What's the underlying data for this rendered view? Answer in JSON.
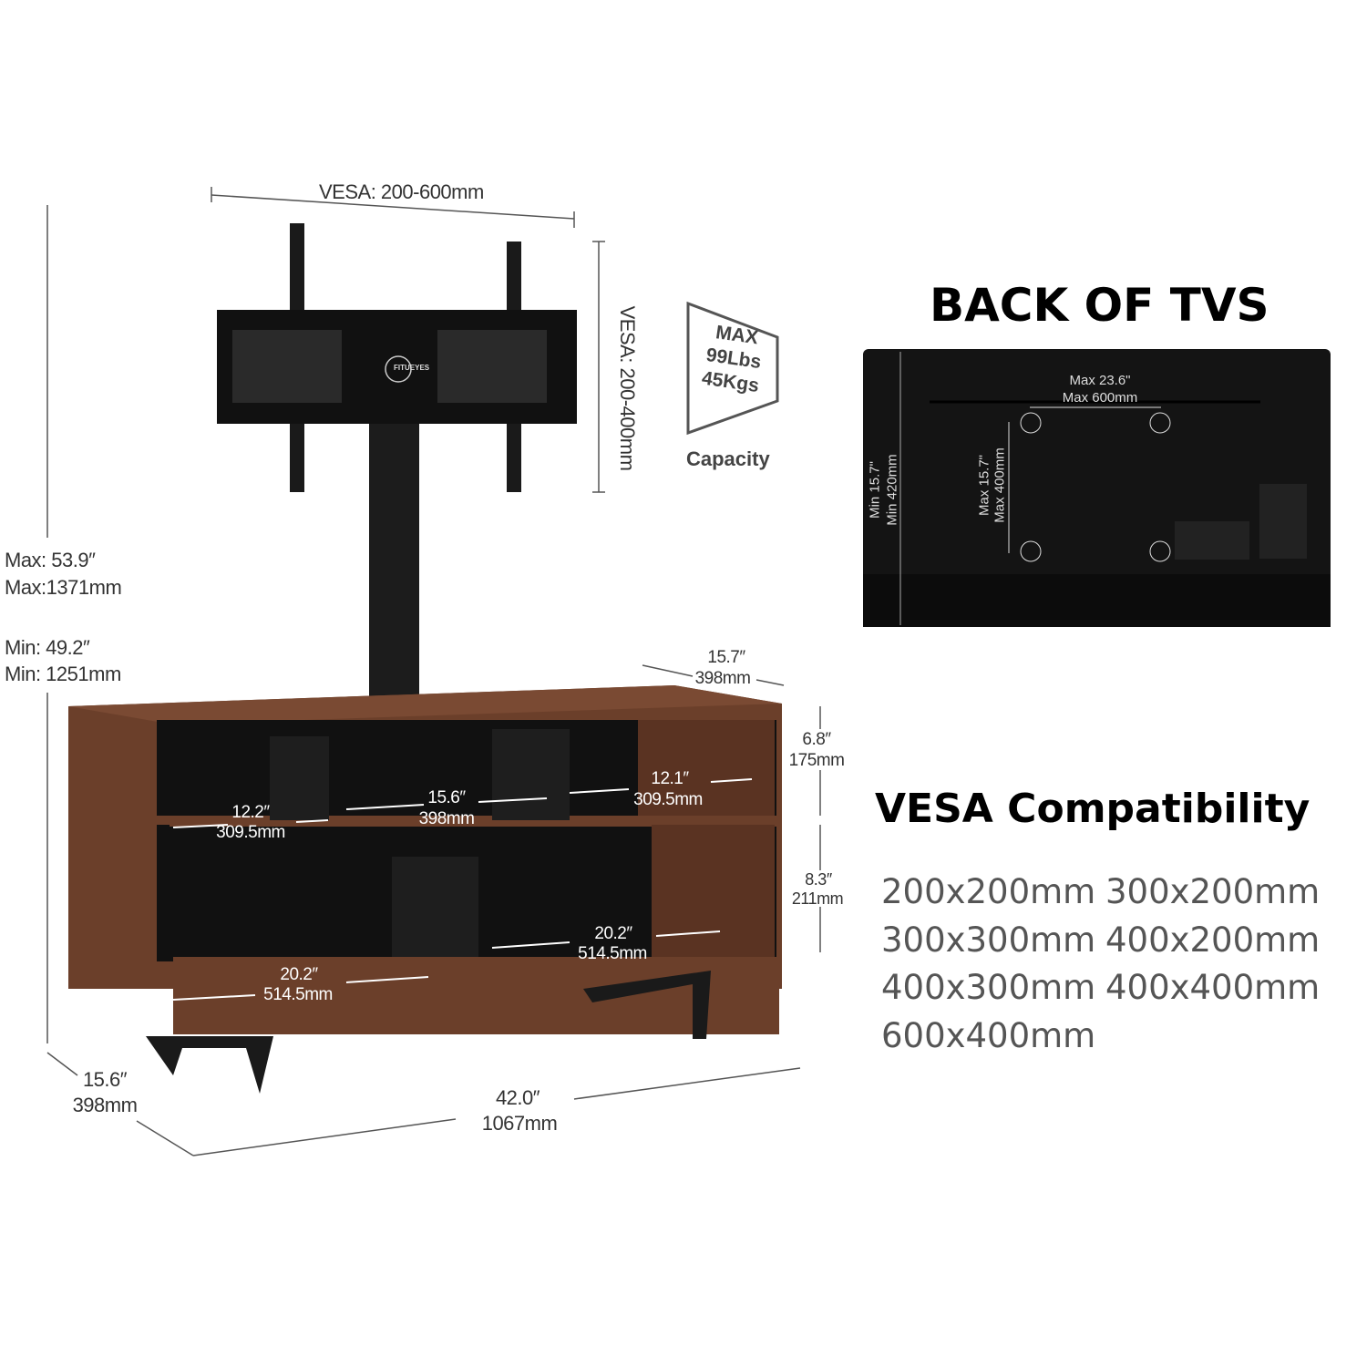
{
  "colors": {
    "wood": "#6b3f2a",
    "metal": "#1a1a1a",
    "text": "#333333",
    "heading": "#000000",
    "vesa_list": "#555555"
  },
  "stand": {
    "mount_logo": "FITUEYES",
    "vesa_width": "VESA: 200-600mm",
    "vesa_height": "VESA: 200-400mm",
    "capacity": {
      "line1": "MAX",
      "line2": "99Lbs",
      "line3": "45Kgs",
      "label": "Capacity"
    },
    "height_max_in": "Max: 53.9″",
    "height_max_mm": "Max:1371mm",
    "height_min_in": "Min:  49.2″",
    "height_min_mm": "Min: 1251mm",
    "top_depth_in": "15.7″",
    "top_depth_mm": "398mm",
    "upper_height_in": "6.8″",
    "upper_height_mm": "175mm",
    "lower_height_in": "8.3″",
    "lower_height_mm": "211mm",
    "upper_left_in": "12.2″",
    "upper_left_mm": "309.5mm",
    "upper_mid_in": "15.6″",
    "upper_mid_mm": "398mm",
    "upper_right_in": "12.1″",
    "upper_right_mm": "309.5mm",
    "lower_left_in": "20.2″",
    "lower_left_mm": "514.5mm",
    "lower_right_in": "20.2″",
    "lower_right_mm": "514.5mm",
    "depth_in": "15.6″",
    "depth_mm": "398mm",
    "width_in": "42.0″",
    "width_mm": "1067mm"
  },
  "tv_back": {
    "title": "BACK OF TVS",
    "max_width_in": "Max 23.6\"",
    "max_width_mm": "Max 600mm",
    "max_height_in": "Max 15.7\"",
    "max_height_mm": "Max 400mm",
    "min_height_in": "Min  15.7\"",
    "min_height_mm": "Min  420mm"
  },
  "vesa_compat": {
    "title": "VESA Compatibility",
    "sizes": [
      "200x200mm",
      "300x200mm",
      "300x300mm",
      "400x200mm",
      "400x300mm",
      "400x400mm",
      "600x400mm"
    ]
  }
}
